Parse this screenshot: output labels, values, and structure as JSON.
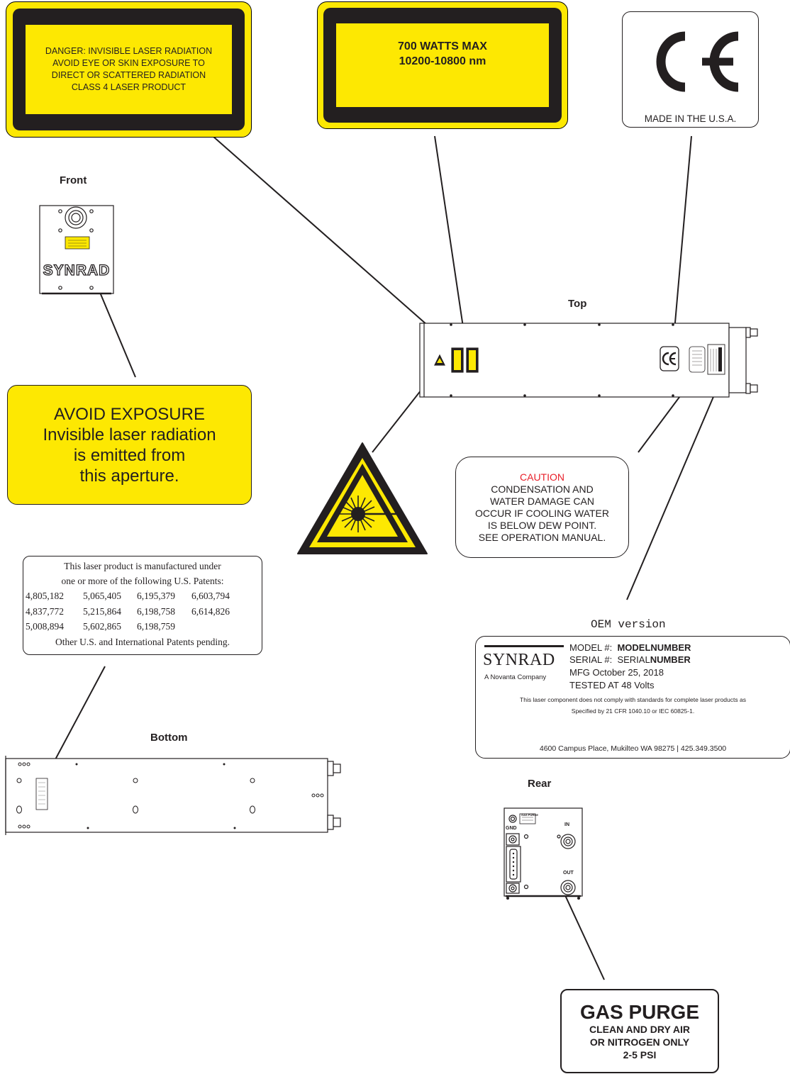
{
  "labels": {
    "danger": {
      "lines": [
        "DANGER: INVISIBLE LASER RADIATION",
        "AVOID EYE OR SKIN EXPOSURE TO",
        "DIRECT OR  SCATTERED RADIATION",
        "CLASS 4 LASER PRODUCT"
      ]
    },
    "watts": {
      "lines": [
        "700 WATTS MAX",
        "10200-10800 nm"
      ]
    },
    "ce": {
      "made_in": "MADE IN THE U.S.A."
    }
  },
  "views": {
    "front": "Front",
    "top": "Top",
    "bottom": "Bottom",
    "rear": "Rear"
  },
  "front_brand": "SYNRAD",
  "avoid_exposure": {
    "lines": [
      "AVOID EXPOSURE",
      "Invisible laser radiation",
      "is emitted from",
      "this aperture."
    ]
  },
  "caution": {
    "title": "CAUTION",
    "lines": [
      "CONDENSATION AND",
      "WATER DAMAGE CAN",
      "OCCUR IF COOLING WATER",
      "IS BELOW DEW POINT.",
      "SEE OPERATION MANUAL."
    ]
  },
  "patents": {
    "intro_1": "This laser product is manufactured under",
    "intro_2": "one or more of the following U.S. Patents:",
    "rows": [
      [
        "4,805,182",
        "5,065,405",
        "6,195,379",
        "6,603,794"
      ],
      [
        "4,837,772",
        "5,215,864",
        "6,198,758",
        "6,614,826"
      ],
      [
        "5,008,894",
        "5,602,865",
        "6,198,759",
        ""
      ]
    ],
    "footer": "Other U.S. and International Patents pending."
  },
  "oem": {
    "title": "OEM version",
    "brand": "SYNRAD",
    "sub": "A Novanta Company",
    "model_label": "MODEL #:",
    "model_value": "MODELNUMBER",
    "serial_label": "SERIAL #:",
    "serial_prefix": "SERIAL",
    "serial_value": "NUMBER",
    "mfg": "MFG October 25, 2018",
    "tested": "TESTED AT 48 Volts",
    "compliance_1": "This laser component does not comply with standards for complete laser products as",
    "compliance_2": "Specified by 21 CFR 1040.10 or IEC 60825-1.",
    "address": "4600 Campus Place, Mukilteo WA 98275 | 425.349.3500"
  },
  "rear_marks": {
    "gnd": "GND",
    "in": "IN",
    "out": "OUT",
    "gas_purge_small": "GAS PURGE"
  },
  "gas_purge": {
    "title": "GAS PURGE",
    "lines": [
      "CLEAN AND DRY AIR",
      "OR NITROGEN ONLY",
      "2-5 PSI"
    ]
  },
  "colors": {
    "label_yellow": "#fde802",
    "label_black": "#231f20",
    "caution_red": "#e8202a"
  }
}
